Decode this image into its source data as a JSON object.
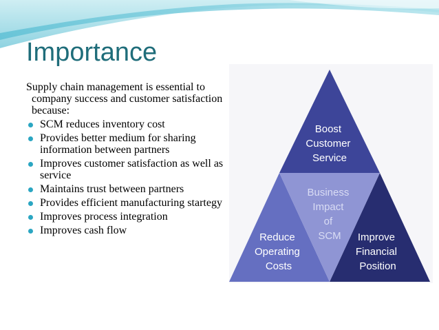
{
  "slide": {
    "title": "Importance",
    "intro": "Supply chain management is essential to company success and customer satisfaction because:",
    "bullets": [
      "SCM reduces inventory cost",
      "Provides better medium for sharing information between partners",
      "Improves customer satisfaction as well as service",
      "Maintains trust between partners",
      "Provides efficient manufacturing startegy",
      "Improves process integration",
      "Improves cash flow"
    ]
  },
  "pyramid": {
    "top": {
      "line1": "Boost",
      "line2": "Customer",
      "line3": "Service"
    },
    "center": {
      "line1": "Business",
      "line2": "Impact",
      "line3": "of",
      "line4": "SCM"
    },
    "left": {
      "line1": "Reduce",
      "line2": "Operating",
      "line3": "Costs"
    },
    "right": {
      "line1": "Improve",
      "line2": "Financial",
      "line3": "Position"
    }
  },
  "colors": {
    "title": "#1f6d7a",
    "bullet": "#2ba6c2",
    "pyramid_top": "#3d4599",
    "pyramid_left": "#656fc1",
    "pyramid_right": "#272d70",
    "pyramid_center": "#8f95d4",
    "pyramid_text": "#ffffff",
    "pyramid_center_text": "#d9dcf4"
  }
}
